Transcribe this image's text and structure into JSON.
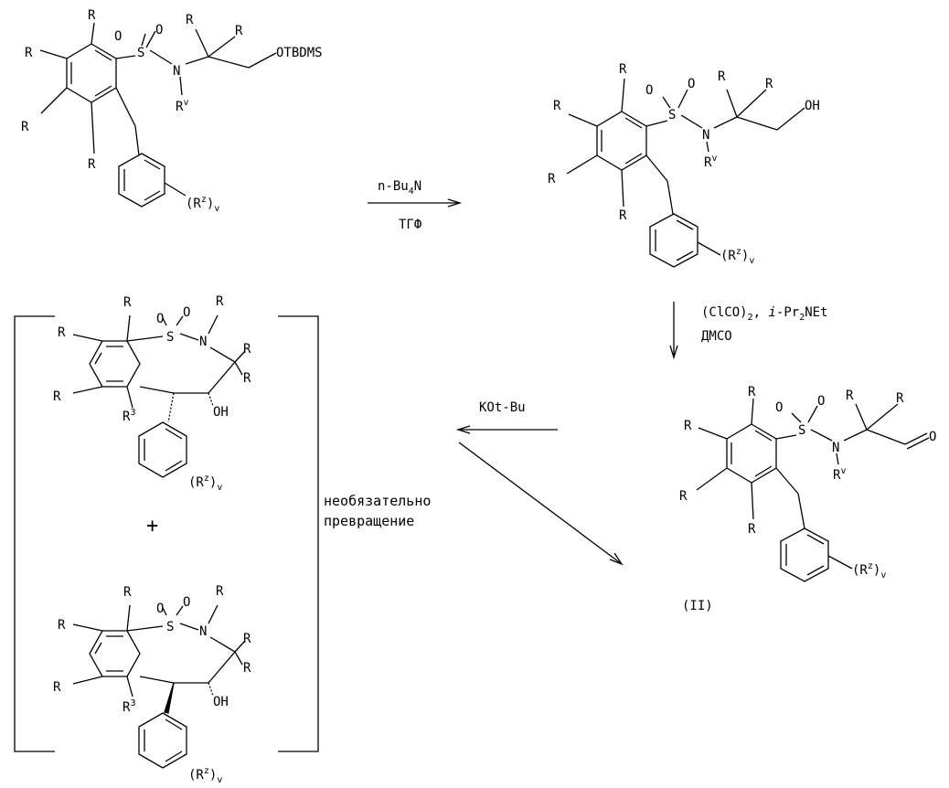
{
  "atoms": {
    "R": "R",
    "S": "S",
    "N": "N",
    "O": "O",
    "OH": "OH",
    "OTBDMS": "OTBDMS",
    "Rv_base": "R",
    "Rv_sup": "v",
    "Rz_open": "(R",
    "Rz_sup": "z",
    "Rz_close": ")",
    "Rz_sub": "v",
    "R3_base": "R",
    "R3_sup": "3"
  },
  "reagents": {
    "step1_top_main": "n-Bu",
    "step1_top_sub": "4",
    "step1_top_end": "N",
    "step1_bottom": "ТГФ",
    "step2_a1": "(ClCO)",
    "step2_a_sub": "2",
    "step2_a2": ", ",
    "step2_a3": "i",
    "step2_a4": "-Pr",
    "step2_a_sub2": "2",
    "step2_a5": "NEt",
    "step2_b": "ДМСО",
    "step3": "KOt-Bu"
  },
  "labels": {
    "compound_II": "(II)",
    "plus": "+",
    "note_line1": "необязательно",
    "note_line2": "превращение"
  }
}
